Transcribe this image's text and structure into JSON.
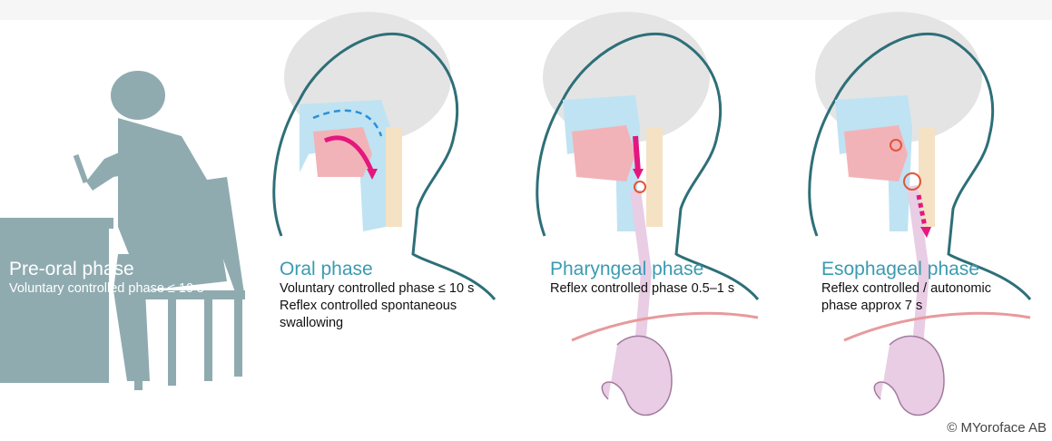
{
  "phases": [
    {
      "title": "Pre-oral phase",
      "lines": [
        "Voluntary controlled phase ≤ 10 s"
      ]
    },
    {
      "title": "Oral phase",
      "lines": [
        "Voluntary controlled phase ≤ 10 s",
        "Reflex controlled spontaneous",
        "swallowing"
      ]
    },
    {
      "title": "Pharyngeal phase",
      "lines": [
        "Reflex controlled phase 0.5–1 s"
      ]
    },
    {
      "title": "Esophageal phase",
      "lines": [
        "Reflex controlled / autonomic",
        "phase approx 7 s"
      ]
    }
  ],
  "copyright": "© MYoroface AB",
  "colors": {
    "silhouette": "#8fabb0",
    "head_outline": "#2e6f78",
    "airway": "#bfe3f2",
    "tissue": "#f2b3b8",
    "esophagus": "#e8cde4",
    "arrow": "#e5177f",
    "circle": "#e3553a",
    "title_teal": "#3a9bb0"
  }
}
